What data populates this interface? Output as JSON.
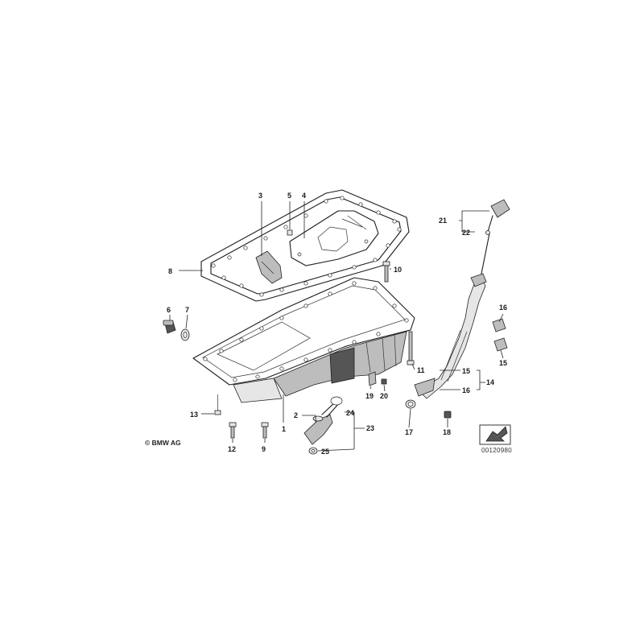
{
  "copyright": "© BMW AG",
  "drawing_number": "00120980",
  "callouts": [
    "1",
    "2",
    "3",
    "4",
    "5",
    "6",
    "7",
    "8",
    "9",
    "10",
    "11",
    "12",
    "13",
    "14",
    "15",
    "16",
    "17",
    "18",
    "19",
    "20",
    "21",
    "22",
    "23",
    "24",
    "25"
  ],
  "callout_14_group": {
    "a": "15",
    "b": "16"
  },
  "callout_15_lower": "15",
  "callout_16_upper": "16"
}
